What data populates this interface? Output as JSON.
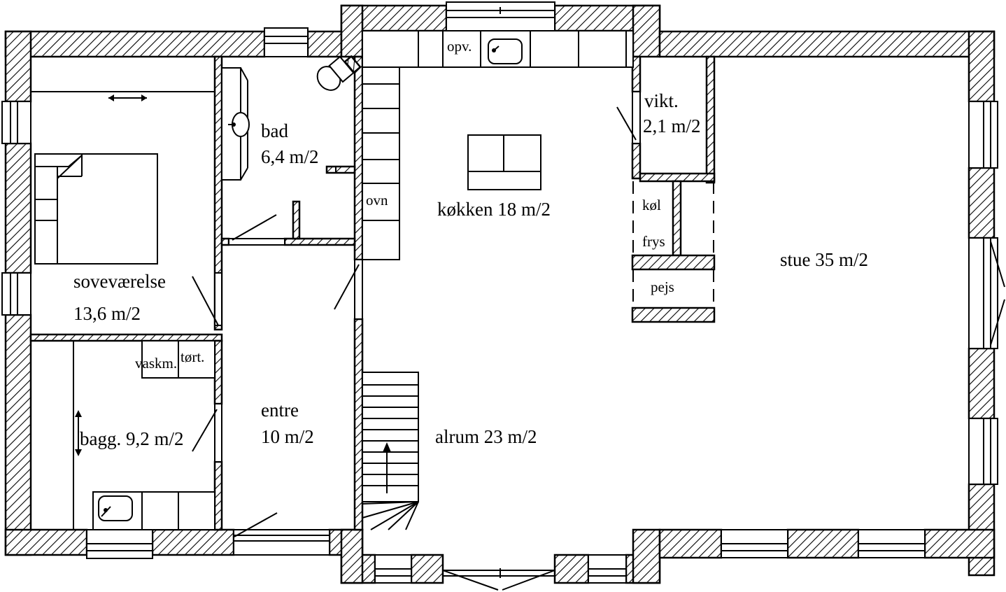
{
  "rooms": {
    "bad": {
      "name": "bad",
      "area": "6,4 m/2"
    },
    "sovevaerelse": {
      "name": "soveværelse",
      "area": "13,6 m/2"
    },
    "koekken": {
      "label": "køkken 18 m/2"
    },
    "vikt": {
      "name": "vikt.",
      "area": "2,1 m/2"
    },
    "stue": {
      "label": "stue 35 m/2"
    },
    "entre": {
      "name": "entre",
      "area": "10 m/2"
    },
    "alrum": {
      "label": "alrum 23 m/2"
    },
    "bagg": {
      "label": "bagg. 9,2 m/2"
    }
  },
  "fixtures": {
    "opv": "opv.",
    "ovn": "ovn",
    "koel": "køl",
    "frys": "frys",
    "pejs": "pejs",
    "vaskm": "vaskm.",
    "toert": "tørt."
  }
}
